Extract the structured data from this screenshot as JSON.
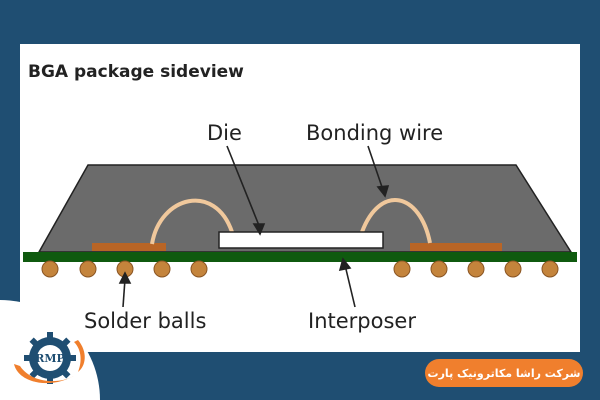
{
  "diagram": {
    "title": "BGA package sideview",
    "labels": {
      "die": "Die",
      "bonding_wire": "Bonding wire",
      "solder_balls": "Solder balls",
      "interposer": "Interposer"
    },
    "colors": {
      "mold": "#6b6b6b",
      "interposer": "#0f5a0f",
      "pad": "#b86526",
      "ball": "#c4843c",
      "wire": "#f0c89c",
      "die": "#ffffff"
    }
  },
  "brand": {
    "logo_text": "RMP",
    "company_name": "شرکت راشا مکاترونیک پارت",
    "colors": {
      "background": "#1f4e72",
      "accent": "#f07f2d"
    }
  }
}
